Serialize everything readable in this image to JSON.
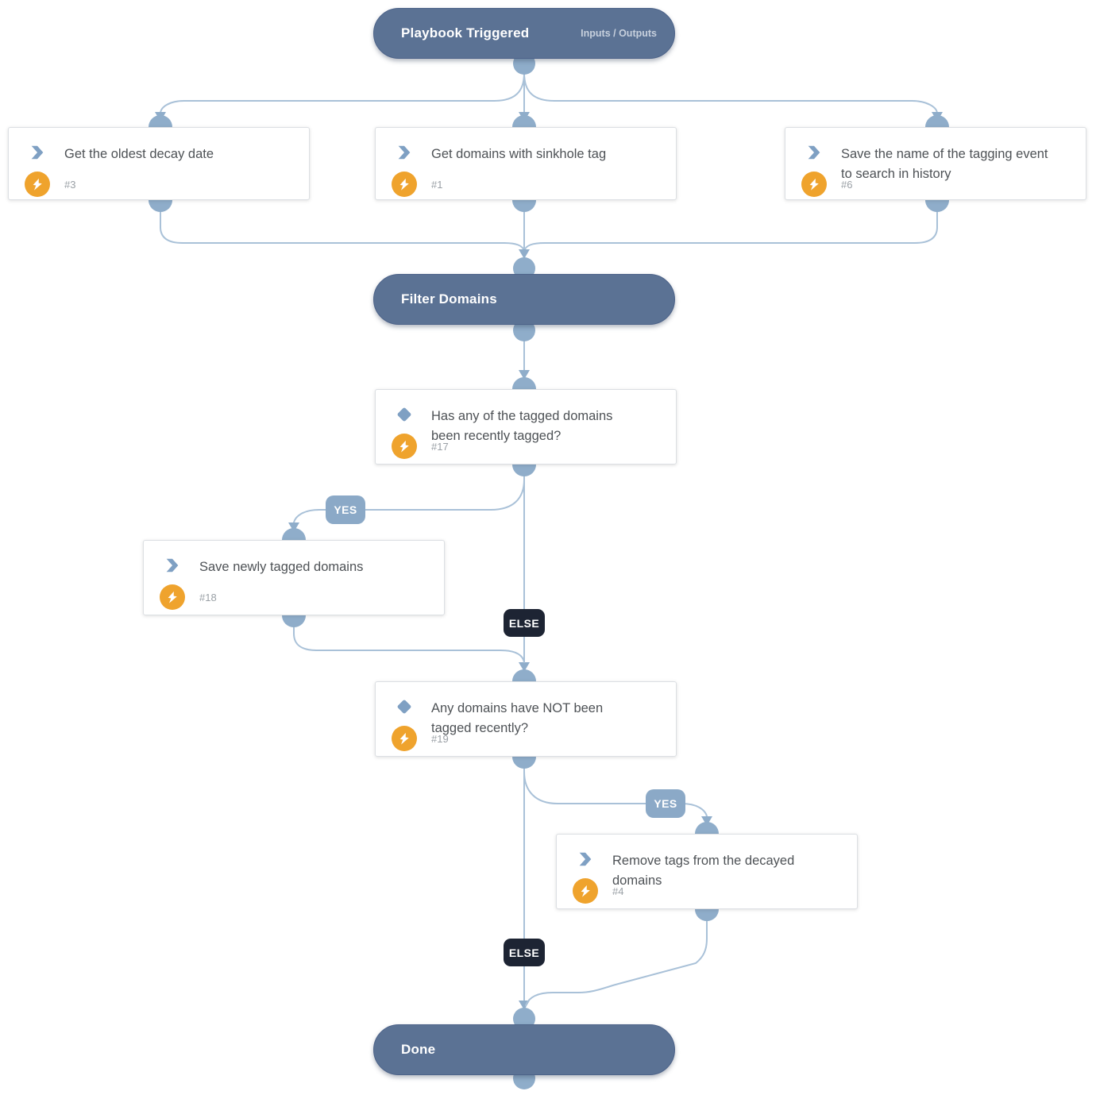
{
  "diagram": {
    "start": {
      "label": "Playbook Triggered",
      "io_label": "Inputs / Outputs"
    },
    "filter": {
      "label": "Filter Domains"
    },
    "end": {
      "label": "Done"
    },
    "steps": {
      "get_oldest_decay_date": {
        "title": "Get the oldest decay date",
        "number": "#3",
        "type": "action"
      },
      "get_domains_with_sinkhole_tag": {
        "title": "Get domains with sinkhole tag",
        "number": "#1",
        "type": "action"
      },
      "save_tagging_event_name": {
        "title": "Save the name of the tagging event to search in history",
        "number": "#6",
        "type": "action"
      },
      "has_tagged_domains_recently_tagged": {
        "title": "Has any of the tagged domains been recently tagged?",
        "number": "#17",
        "type": "decision"
      },
      "save_newly_tagged_domains": {
        "title": "Save newly tagged domains",
        "number": "#18",
        "type": "action"
      },
      "any_domains_not_tagged_recently": {
        "title": "Any domains have NOT been tagged recently?",
        "number": "#19",
        "type": "decision"
      },
      "remove_tags_from_decayed_domains": {
        "title": "Remove tags from the decayed domains",
        "number": "#4",
        "type": "action"
      }
    },
    "edge_labels": {
      "yes": "YES",
      "else": "ELSE"
    },
    "icons": {
      "action": "chevron-right-icon",
      "decision": "diamond-icon",
      "executed": "lightning-bolt-icon"
    },
    "colors": {
      "canvas_bg": "#ffffff",
      "pill_bg": "#5b7294",
      "pill_border": "#4d6389",
      "pill_text": "#ffffff",
      "pill_io_text": "#c7d0dd",
      "line": "#a9c1d8",
      "connector": "#8fadca",
      "yes_badge_bg": "#8ba9c7",
      "else_badge_bg": "#1d2433",
      "badge_text": "#ffffff",
      "node_bg": "#ffffff",
      "node_border": "#dcdfe3",
      "node_title": "#4e5256",
      "node_number": "#9aa0a6",
      "icon_blue": "#7fa0c3",
      "bolt_bg": "#efa32d",
      "bolt_glyph": "#ffffff"
    }
  }
}
